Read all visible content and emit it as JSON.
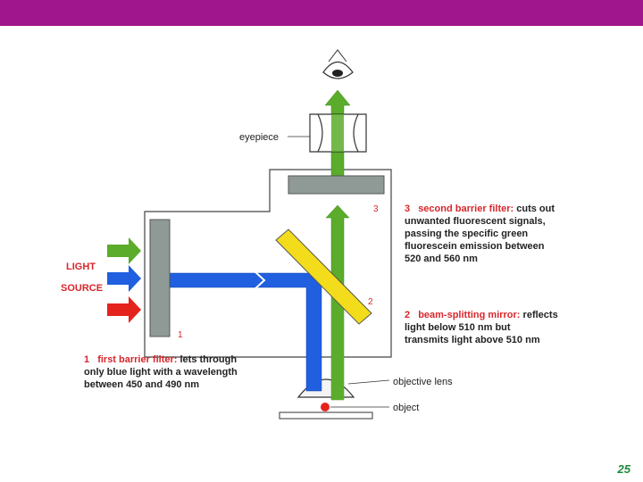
{
  "colors": {
    "header": "#a0168c",
    "blue_light": "#1f5fe0",
    "green_light": "#5aac2a",
    "red_light": "#e5231d",
    "filter_grey": "#8f9a97",
    "mirror_yellow": "#f2dc1b",
    "label_red": "#d7262c",
    "page_number": "#1e8a3a"
  },
  "icons": [
    "eye-icon",
    "eyepiece-lens-icon",
    "objective-lens-icon",
    "object-dot-icon"
  ],
  "labels": {
    "light": "LIGHT",
    "source": "SOURCE",
    "eyepiece": "eyepiece",
    "objective_lens": "objective lens",
    "object": "object"
  },
  "markers": {
    "m1": "1",
    "m2": "2",
    "m3": "3"
  },
  "notes": {
    "filter3": {
      "num": "3",
      "title": "second barrier filter:",
      "line1_rest": " cuts out",
      "line2": "unwanted fluorescent signals,",
      "line3": "passing the specific green",
      "line4": "fluorescein emission between",
      "line5": "520 and 560 nm"
    },
    "mirror2": {
      "num": "2",
      "title": "beam-splitting mirror:",
      "line1_rest": " reflects",
      "line2": "light below 510 nm but",
      "line3": "transmits light above 510 nm"
    },
    "filter1": {
      "num": "1",
      "title": "first barrier filter:",
      "line1_rest": " lets through",
      "line2": "only blue light with a wavelength",
      "line3": "between 450 and 490 nm"
    }
  },
  "page_number": "25"
}
